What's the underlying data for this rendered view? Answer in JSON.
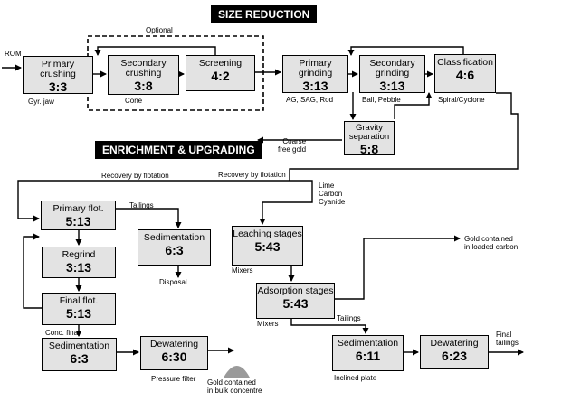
{
  "headers": {
    "size_reduction": "SIZE REDUCTION",
    "enrichment": "ENRICHMENT & UPGRADING"
  },
  "boxes": {
    "primary_crushing": {
      "name": "Primary crushing",
      "code": "3:3"
    },
    "secondary_crushing": {
      "name": "Secondary crushing",
      "code": "3:8"
    },
    "screening": {
      "name": "Screening",
      "code": "4:2"
    },
    "primary_grinding": {
      "name": "Primary grinding",
      "code": "3:13"
    },
    "secondary_grinding": {
      "name": "Secondary grinding",
      "code": "3:13"
    },
    "classification": {
      "name": "Classification",
      "code": "4:6"
    },
    "gravity_separation": {
      "name": "Gravity separation",
      "code": "5:8"
    },
    "primary_flot": {
      "name": "Primary flot.",
      "code": "5:13"
    },
    "regrind": {
      "name": "Regrind",
      "code": "3:13"
    },
    "final_flot": {
      "name": "Final flot.",
      "code": "5:13"
    },
    "sedimentation_left": {
      "name": "Sedimentation",
      "code": "6:3"
    },
    "dewatering_left": {
      "name": "Dewatering",
      "code": "6:30"
    },
    "sedimentation_tailings": {
      "name": "Sedimentation",
      "code": "6:3"
    },
    "leaching_stages": {
      "name": "Leaching stages",
      "code": "5:43"
    },
    "adsorption_stages": {
      "name": "Adsorption stages",
      "code": "5:43"
    },
    "sedimentation_right": {
      "name": "Sedimentation",
      "code": "6:11"
    },
    "dewatering_right": {
      "name": "Dewatering",
      "code": "6:23"
    }
  },
  "labels": {
    "rom": "ROM",
    "optional": "Optional",
    "gyr_jaw": "Gyr. jaw",
    "cone": "Cone",
    "ag_sag_rod": "AG, SAG, Rod",
    "ball_pebble": "Ball, Pebble",
    "spiral_cyclone": "Spiral/Cyclone",
    "coarse_free_gold": [
      "Coarse",
      "free gold"
    ],
    "recovery_flotation_1": "Recovery by flotation",
    "recovery_flotation_2": "Recovery by flotation",
    "tailings_1": "Tailings",
    "tailings_2": "Tailings",
    "lime_carbon_cyanide": [
      "Lime",
      "Carbon",
      "Cyanide"
    ],
    "disposal": "Disposal",
    "mixers_1": "Mixers",
    "mixers_2": "Mixers",
    "conc_final": "Conc. final",
    "gold_loaded_carbon": [
      "Gold contained",
      "in loaded carbon"
    ],
    "pressure_filter": "Pressure filter",
    "gold_bulk_concentrate": [
      "Gold contained",
      "in bulk concentre"
    ],
    "inclined_plate": "Inclined plate",
    "final_tailings": [
      "Final",
      "tailings"
    ]
  },
  "colors": {
    "box_fill": "#e3e3e3",
    "header_bg": "#000000",
    "pile": "#9a9a9a"
  }
}
